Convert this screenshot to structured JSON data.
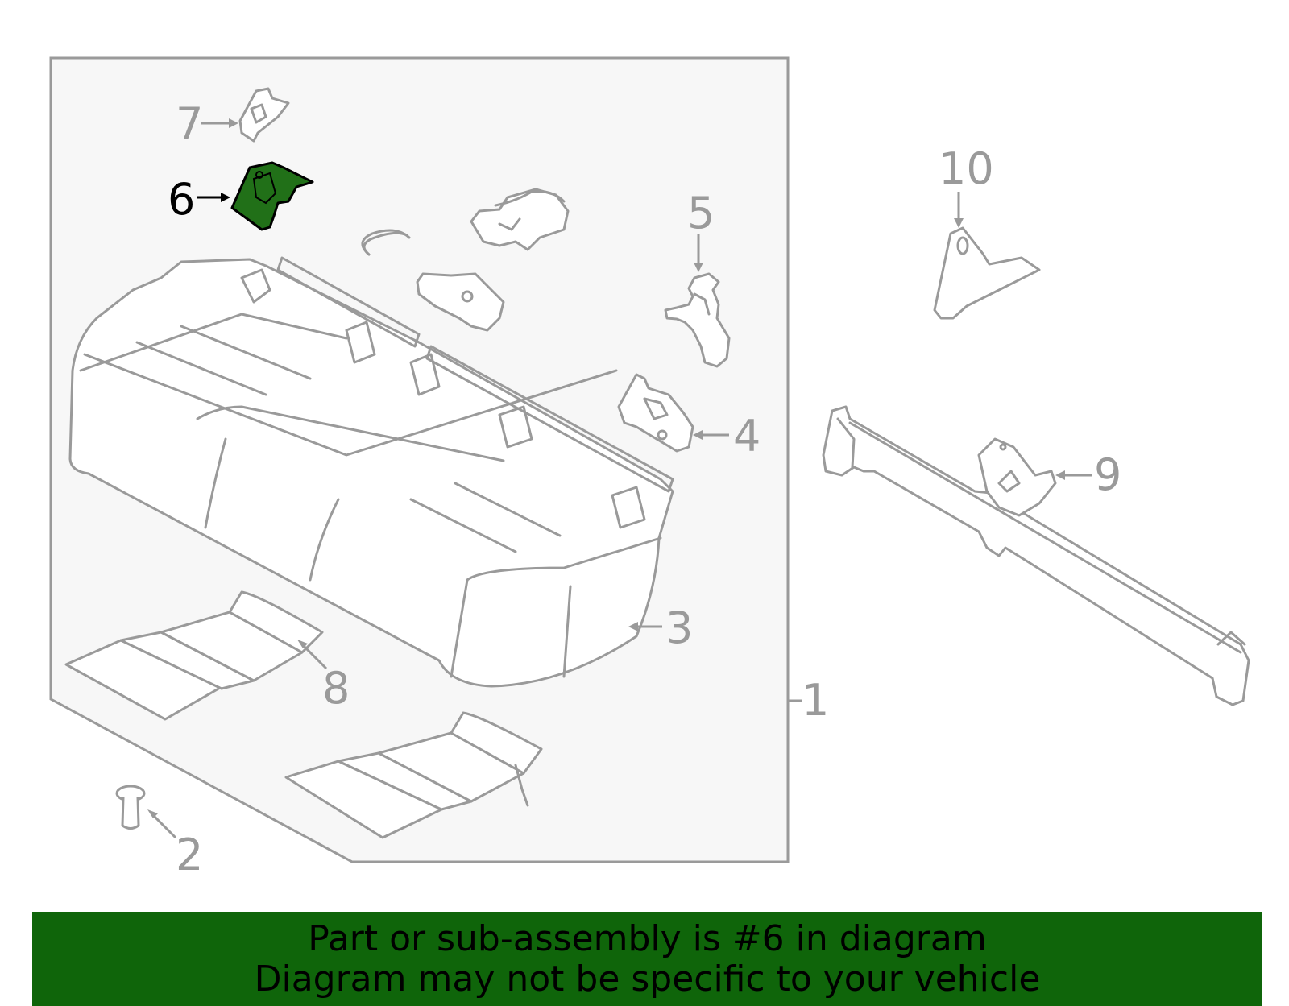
{
  "diagram": {
    "callouts": [
      {
        "id": "1",
        "label": "1",
        "highlighted": false
      },
      {
        "id": "2",
        "label": "2",
        "highlighted": false
      },
      {
        "id": "3",
        "label": "3",
        "highlighted": false
      },
      {
        "id": "4",
        "label": "4",
        "highlighted": false
      },
      {
        "id": "5",
        "label": "5",
        "highlighted": false
      },
      {
        "id": "6",
        "label": "6",
        "highlighted": true
      },
      {
        "id": "7",
        "label": "7",
        "highlighted": false
      },
      {
        "id": "8",
        "label": "8",
        "highlighted": false
      },
      {
        "id": "9",
        "label": "9",
        "highlighted": false
      },
      {
        "id": "10",
        "label": "10",
        "highlighted": false
      }
    ],
    "colors": {
      "line": "#9a9a9a",
      "panel_fill": "#f7f7f7",
      "highlight_fill": "#217018",
      "highlight_text": "#000000",
      "banner_bg": "#0f650a"
    }
  },
  "banner": {
    "line1": "Part or sub-assembly is #6 in diagram",
    "line2": "Diagram may not be specific to your vehicle"
  }
}
